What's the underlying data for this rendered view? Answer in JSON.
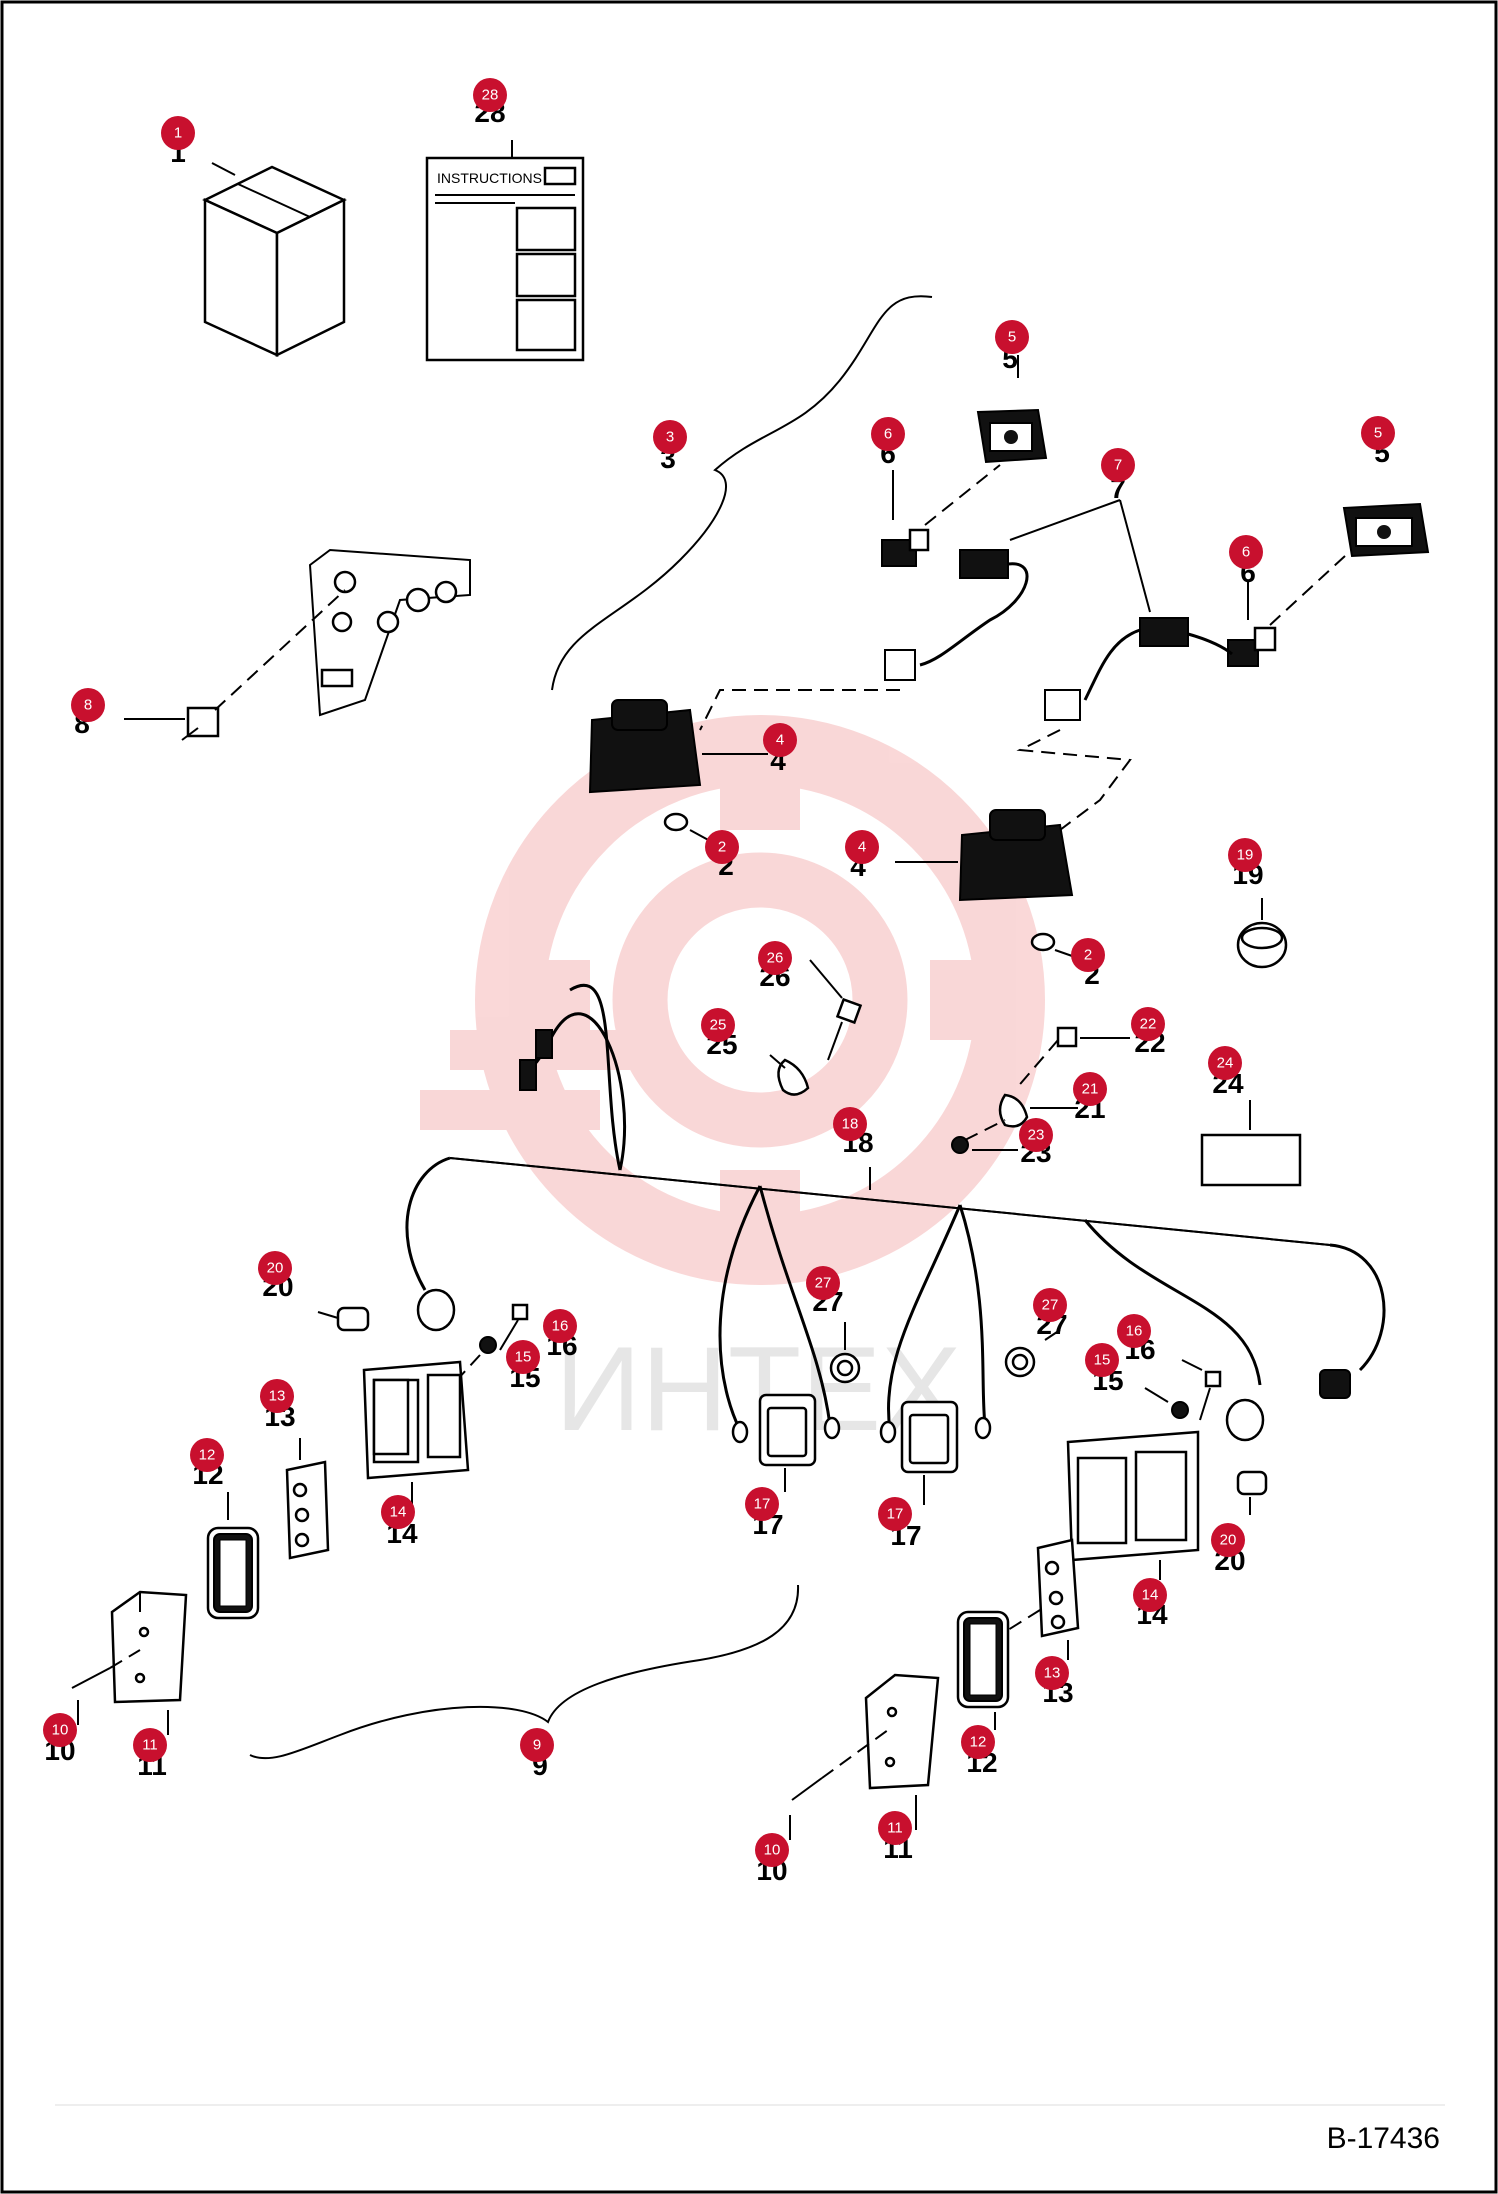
{
  "instructions_label": "INSTRUCTIONS",
  "drawing_number": "B-17436",
  "watermark_text": "ИНТЕХ",
  "colors": {
    "callout": "#c8102e",
    "line": "#000000",
    "watermark": "#f5b8b8"
  },
  "callouts": [
    "1",
    "28",
    "3",
    "5",
    "6",
    "7",
    "5",
    "6",
    "8",
    "4",
    "2",
    "4",
    "19",
    "2",
    "26",
    "25",
    "22",
    "21",
    "24",
    "18",
    "23",
    "20",
    "27",
    "16",
    "27",
    "15",
    "16",
    "13",
    "15",
    "12",
    "14",
    "17",
    "17",
    "20",
    "14",
    "13",
    "10",
    "11",
    "9",
    "12",
    "11",
    "10"
  ],
  "part_labels": [
    "1",
    "28",
    "3",
    "5",
    "6",
    "7",
    "5",
    "6",
    "8",
    "4",
    "2",
    "4",
    "19",
    "2",
    "26",
    "25",
    "22",
    "21",
    "24",
    "18",
    "23",
    "20",
    "27",
    "16",
    "27",
    "15",
    "16",
    "13",
    "15",
    "12",
    "14",
    "17",
    "17",
    "20",
    "14",
    "13",
    "10",
    "11",
    "9",
    "12",
    "11",
    "10"
  ]
}
